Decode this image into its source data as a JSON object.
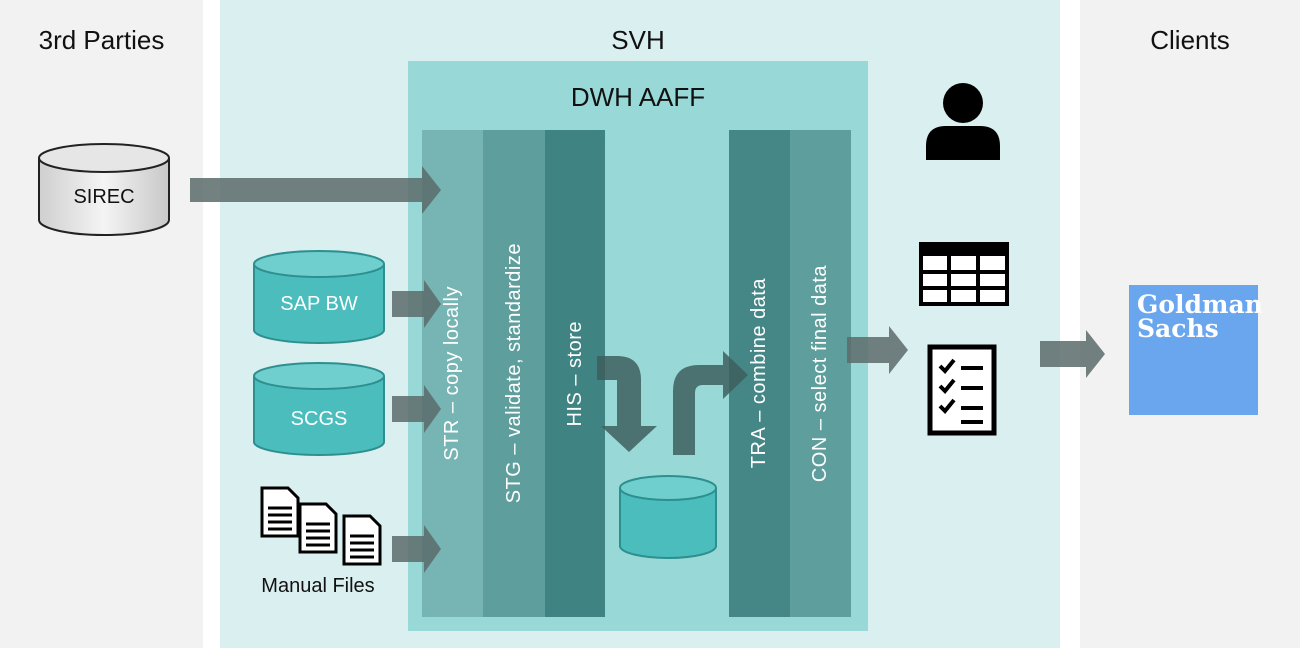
{
  "columns": {
    "third_parties": "3rd Parties",
    "svh": "SVH",
    "clients": "Clients"
  },
  "dwh": {
    "title": "DWH AAFF",
    "layers": [
      {
        "label": "STR – copy locally",
        "color": "#76b5b3"
      },
      {
        "label": "STG – validate, standardize",
        "color": "#5e9f9e"
      },
      {
        "label": "HIS – store",
        "color": "#3f8382"
      },
      {
        "label": "TRA – combine data",
        "color": "#458786"
      },
      {
        "label": "CON – select final data",
        "color": "#5e9f9e"
      }
    ]
  },
  "sources": {
    "sirec": "SIREC",
    "sap_bw": "SAP BW",
    "scgs": "SCGS",
    "manual_files": "Manual Files"
  },
  "client_logo": {
    "line1": "Goldman",
    "line2": "Sachs"
  },
  "icons": [
    "person-icon",
    "table-icon",
    "checklist-icon",
    "documents-icon",
    "database-icon"
  ],
  "colors": {
    "third_party_bg": "#f2f2f2",
    "svh_bg": "#daeff0",
    "dwh_bg": "#98d9d8",
    "source_teal": "#4bbdbd",
    "arrow": "#5c6b6b",
    "logo_blue": "#6aa6ee"
  }
}
